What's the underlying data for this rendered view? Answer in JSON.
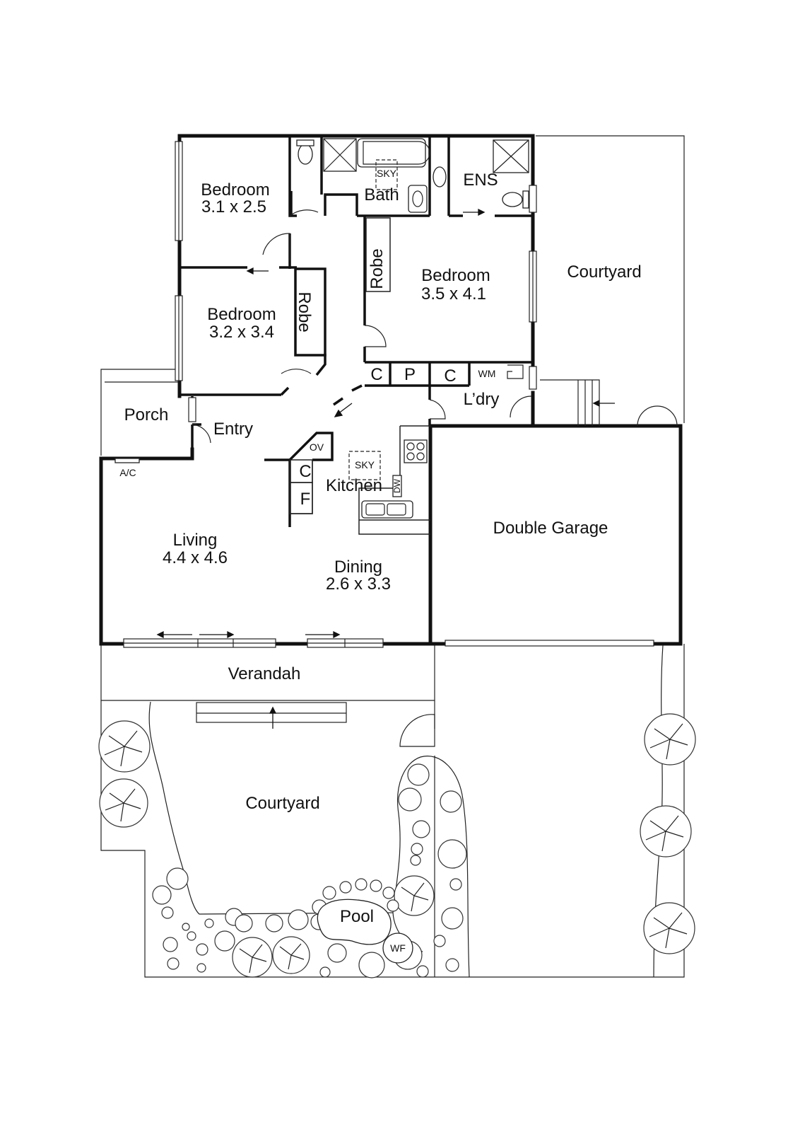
{
  "rooms": {
    "bedroom1_name": "Bedroom",
    "bedroom1_size": "3.1 x 2.5",
    "bedroom2_name": "Bedroom",
    "bedroom2_size": "3.2 x 3.4",
    "bedroom3_name": "Bedroom",
    "bedroom3_size": "3.5 x 4.1",
    "bath": "Bath",
    "ens": "ENS",
    "robe1": "Robe",
    "robe2": "Robe",
    "courtyard_side": "Courtyard",
    "porch": "Porch",
    "entry": "Entry",
    "laundry": "L’dry",
    "kitchen": "Kitchen",
    "living_name": "Living",
    "living_size": "4.4 x 4.6",
    "dining_name": "Dining",
    "dining_size": "2.6 x 3.3",
    "garage": "Double Garage",
    "verandah": "Verandah",
    "courtyard_rear": "Courtyard",
    "pool": "Pool"
  },
  "fixtures": {
    "sky_bath": "SKY",
    "sky_kitchen": "SKY",
    "cupboard1": "C",
    "pantry": "P",
    "cupboard2": "C",
    "washing_machine": "WM",
    "oven": "OV",
    "cupboard3": "C",
    "fridge": "F",
    "dishwasher": "DW",
    "air_con": "A/C",
    "water_feature": "WF"
  }
}
